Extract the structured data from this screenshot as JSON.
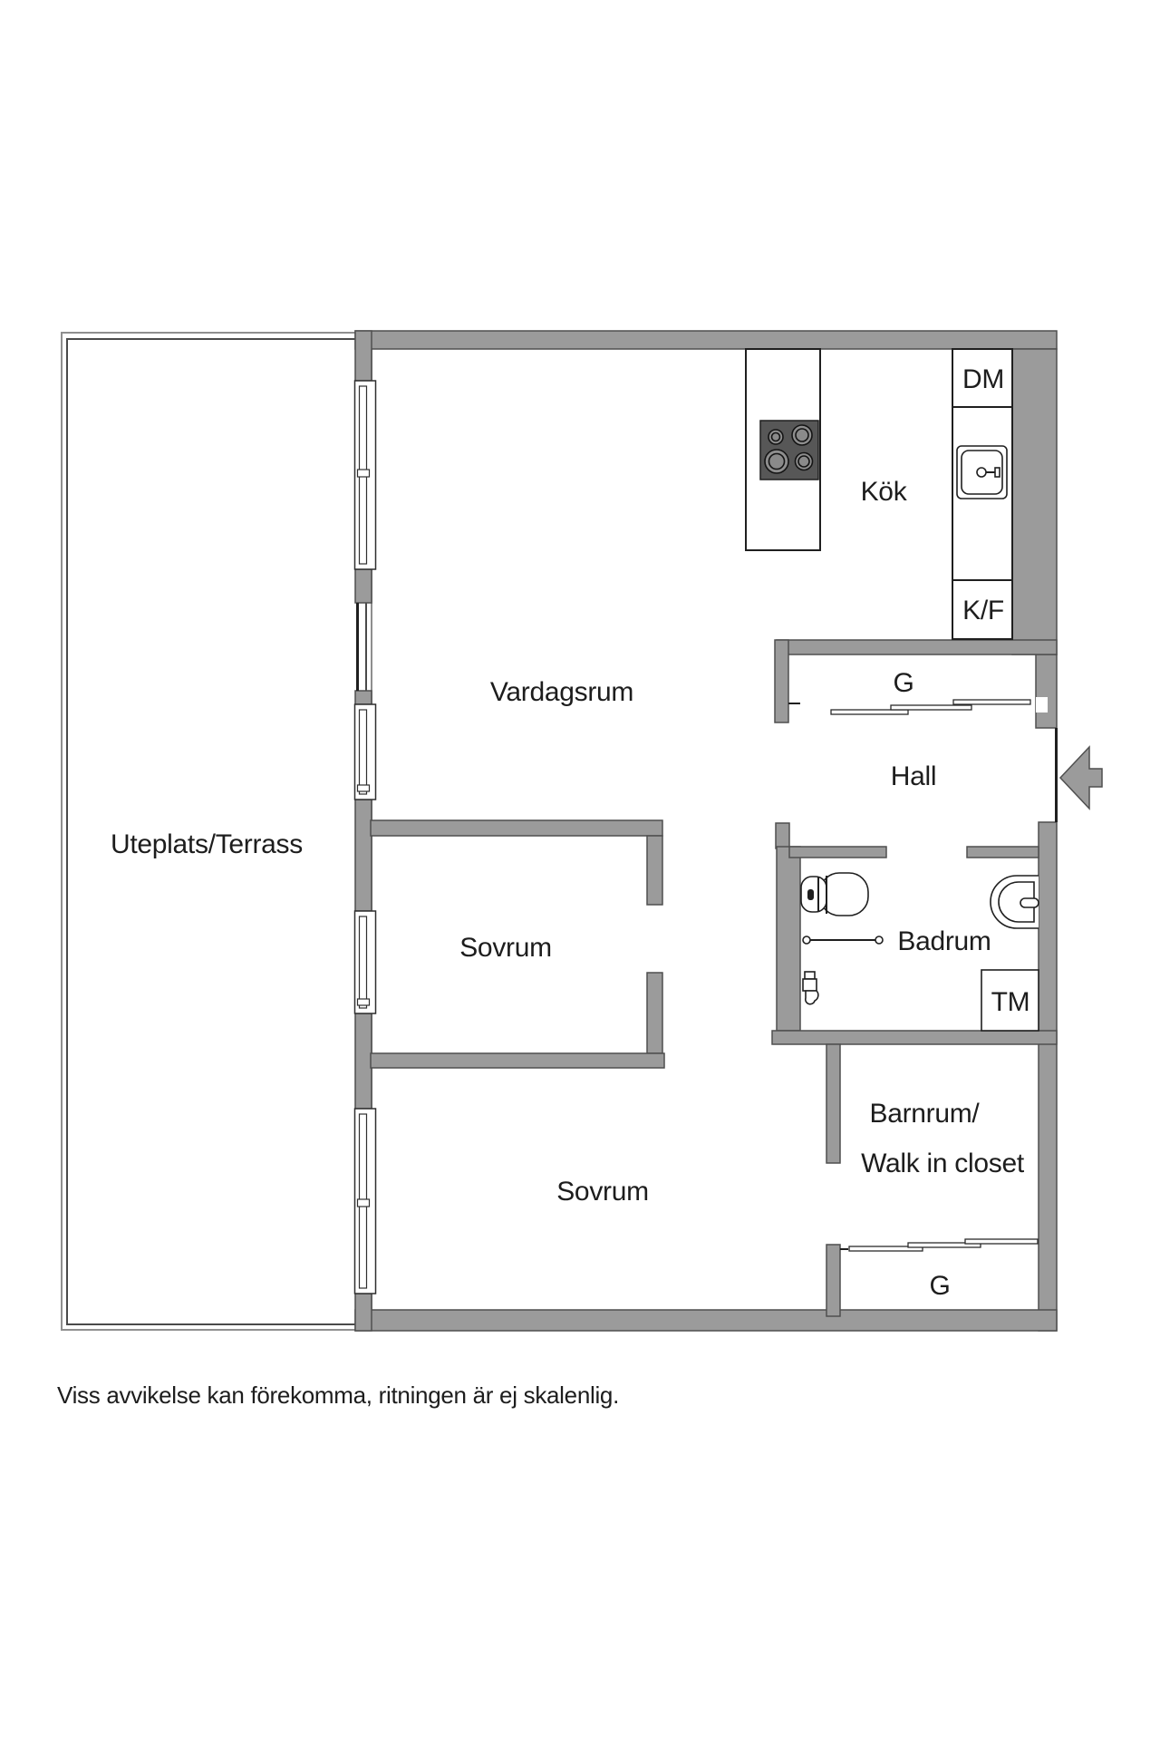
{
  "rooms": {
    "terrace": "Uteplats/Terrass",
    "living": "Vardagsrum",
    "kitchen": "Kök",
    "hall": "Hall",
    "bathroom": "Badrum",
    "bedroom1": "Sovrum",
    "bedroom2": "Sovrum",
    "kids_line1": "Barnrum/",
    "kids_line2": "Walk in closet"
  },
  "closets": {
    "hall": "G",
    "kids": "G"
  },
  "appliances": {
    "dm": "DM",
    "kf": "K/F",
    "tm": "TM"
  },
  "disclaimer": "Viss avvikelse kan förekomma, ritningen är ej skalenlig.",
  "icons": {
    "entrance": "entrance-arrow-left",
    "stove": "four-burner-hob",
    "kitchen_sink": "single-basin-sink",
    "toilet": "toilet-top-view",
    "bathroom_sink": "wall-basin",
    "shower": "shower-rail",
    "drain": "washer-valve"
  },
  "colors": {
    "bg": "#ffffff",
    "wall": "#9b9b9b",
    "wall_outline": "#4f4f4f",
    "line": "#1f1f1f",
    "stove": "#575757",
    "burner": "#8e8e8e",
    "text": "#1d1d1d",
    "terrace_outer": "#8f8f8f",
    "terrace_inner": "#4a4a4a"
  }
}
